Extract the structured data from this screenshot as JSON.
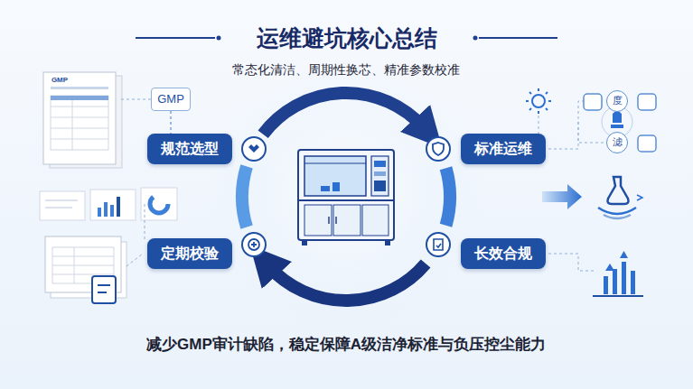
{
  "diagram": {
    "title": "运维避坑核心总结",
    "caption": "减少GMP审计缺陷，稳定保障A级洁净标准与负压控尘能力",
    "nodes": [
      {
        "text": [
          "GMP"
        ]
      },
      {
        "text": [
          "规范选型"
        ]
      },
      {
        "text": [
          "标准运维"
        ]
      },
      {
        "text": [
          "定期校验"
        ]
      },
      {
        "text": [
          "长效合规"
        ]
      },
      {
        "text": [
          "度"
        ]
      },
      {
        "text": [
          "滤"
        ]
      }
    ],
    "edges": [
      {
        "from": 0,
        "to": 1,
        "arrow": "none"
      }
    ],
    "labels": [
      "常态化清洁、周期性换芯、精准参数校准",
      "GMP"
    ]
  }
}
